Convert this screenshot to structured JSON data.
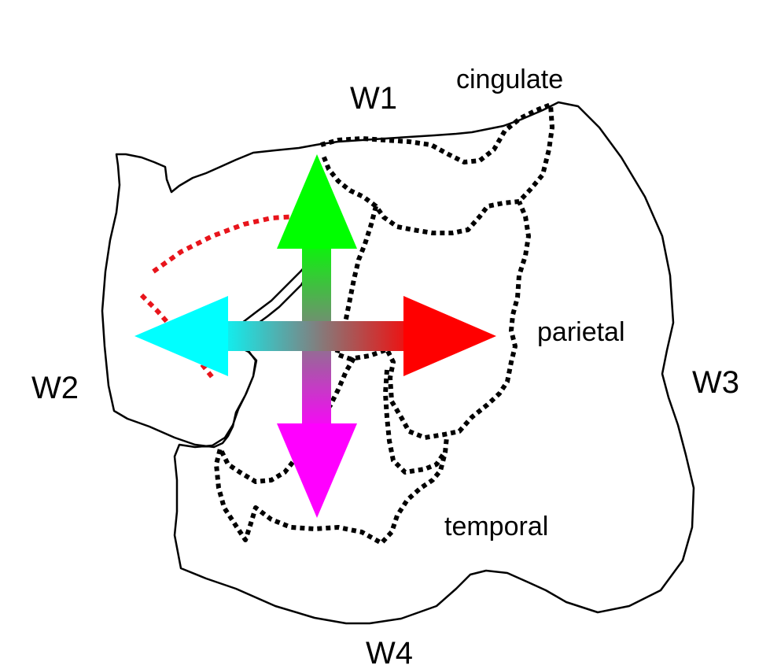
{
  "labels": {
    "w1": "W1",
    "w2": "W2",
    "w3": "W3",
    "w4": "W4",
    "cingulate": "cingulate",
    "parietal": "parietal",
    "temporal": "temporal"
  },
  "colors": {
    "outline": "#000000",
    "region_border": "#000000",
    "cut_line": "#e8141b",
    "arrow_up": "#00ff00",
    "arrow_right": "#ff0000",
    "arrow_left": "#00ffff",
    "arrow_down": "#ff00ff",
    "arrow_center": "#808080"
  },
  "icons": {
    "arrows": "four-direction-arrow-icon"
  }
}
